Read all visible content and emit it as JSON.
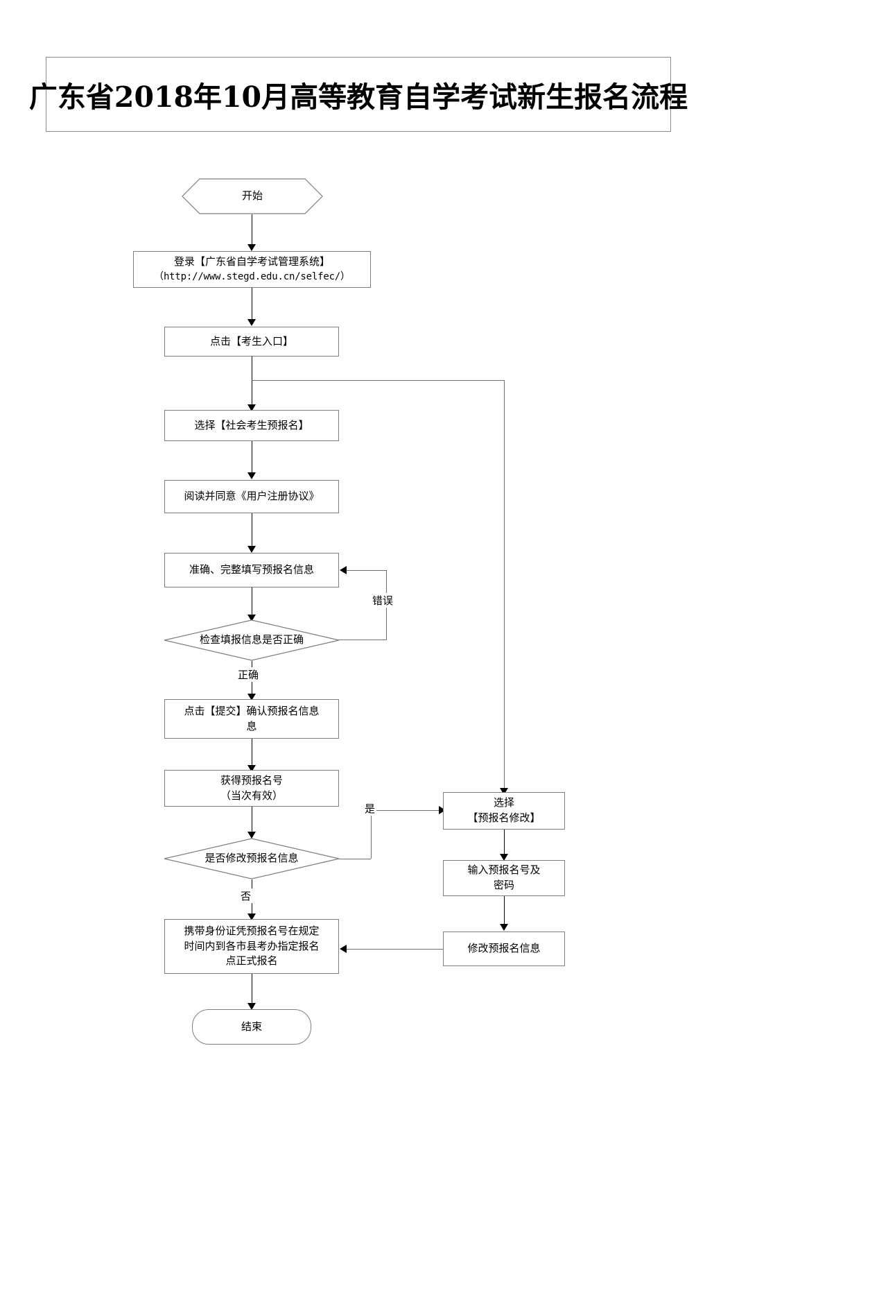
{
  "document": {
    "title": "广东省2018年10月高等教育自学考试新生报名流程",
    "type": "flowchart",
    "language": "zh-CN"
  },
  "flowchart": {
    "nodes": [
      {
        "id": "start",
        "shape": "hexagon",
        "label": "开始"
      },
      {
        "id": "login",
        "shape": "process",
        "line1": "登录【广东省自学考试管理系统】",
        "line2": "（http://www.stegd.edu.cn/selfec/）"
      },
      {
        "id": "entry",
        "shape": "process",
        "label": "点击【考生入口】"
      },
      {
        "id": "prereg",
        "shape": "process",
        "label": "选择【社会考生预报名】"
      },
      {
        "id": "agreement",
        "shape": "process",
        "label": "阅读并同意《用户注册协议》"
      },
      {
        "id": "fillinfo",
        "shape": "process",
        "label": "准确、完整填写预报名信息"
      },
      {
        "id": "checkinfo",
        "shape": "decision",
        "label": "检查填报信息是否正确"
      },
      {
        "id": "submit",
        "shape": "process",
        "line1": "点击【提交】确认预报名信息",
        "line2": "息"
      },
      {
        "id": "getnumber",
        "shape": "process",
        "line1": "获得预报名号",
        "line2": "（当次有效）"
      },
      {
        "id": "modifyq",
        "shape": "decision",
        "label": "是否修改预报名信息"
      },
      {
        "id": "finalreg",
        "shape": "process",
        "line1": "携带身份证凭预报名号在规定",
        "line2": "时间内到各市县考办指定报名",
        "line3": "点正式报名"
      },
      {
        "id": "end",
        "shape": "terminal",
        "label": "结束"
      },
      {
        "id": "selectmodify",
        "shape": "process",
        "line1": "选择",
        "line2": "【预报名修改】"
      },
      {
        "id": "inputnumber",
        "shape": "process",
        "line1": "输入预报名号及",
        "line2": "密码"
      },
      {
        "id": "domodify",
        "shape": "process",
        "label": "修改预报名信息"
      }
    ],
    "edge_labels": {
      "error": "错误",
      "correct": "正确",
      "yes": "是",
      "no": "否"
    },
    "colors": {
      "border": "#7d7d7d",
      "line": "#000000",
      "background": "#ffffff",
      "text": "#000000"
    }
  }
}
